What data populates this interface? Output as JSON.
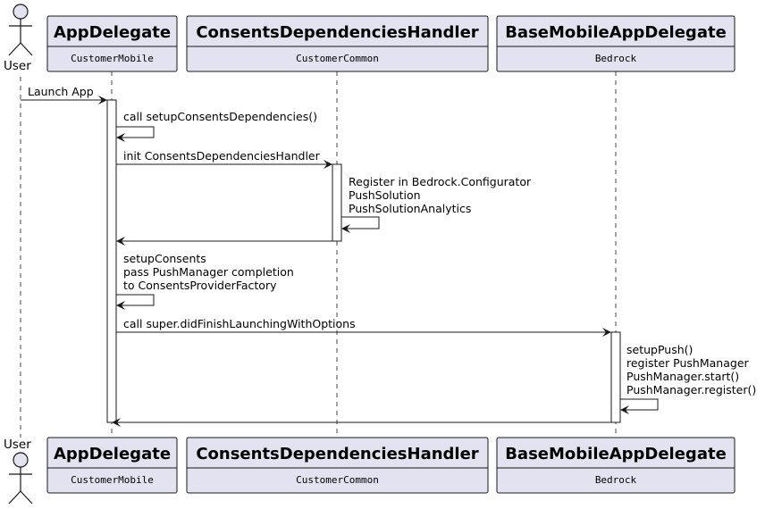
{
  "actor": {
    "name": "User"
  },
  "participants": [
    {
      "id": "app",
      "title": "AppDelegate",
      "subtitle": "CustomerMobile"
    },
    {
      "id": "cdh",
      "title": "ConsentsDependenciesHandler",
      "subtitle": "CustomerCommon"
    },
    {
      "id": "bmad",
      "title": "BaseMobileAppDelegate",
      "subtitle": "Bedrock"
    }
  ],
  "messages": [
    {
      "label": "Launch App"
    },
    {
      "label": "call setupConsentsDependencies()"
    },
    {
      "label": "init ConsentsDependenciesHandler"
    },
    {
      "lines": [
        "Register in Bedrock.Configurator",
        "PushSolution",
        "PushSolutionAnalytics"
      ]
    },
    {
      "label": ""
    },
    {
      "lines": [
        "setupConsents",
        "pass PushManager completion",
        "to ConsentsProviderFactory"
      ]
    },
    {
      "label": "call super.didFinishLaunchingWithOptions"
    },
    {
      "lines": [
        "setupPush()",
        "register PushManager",
        "PushManager.start()",
        "PushManager.register()"
      ]
    },
    {
      "label": ""
    }
  ],
  "colors": {
    "box_fill": "#e2e2f0",
    "box_stroke": "#181818",
    "line": "#181818",
    "lifeline": "#181818"
  }
}
